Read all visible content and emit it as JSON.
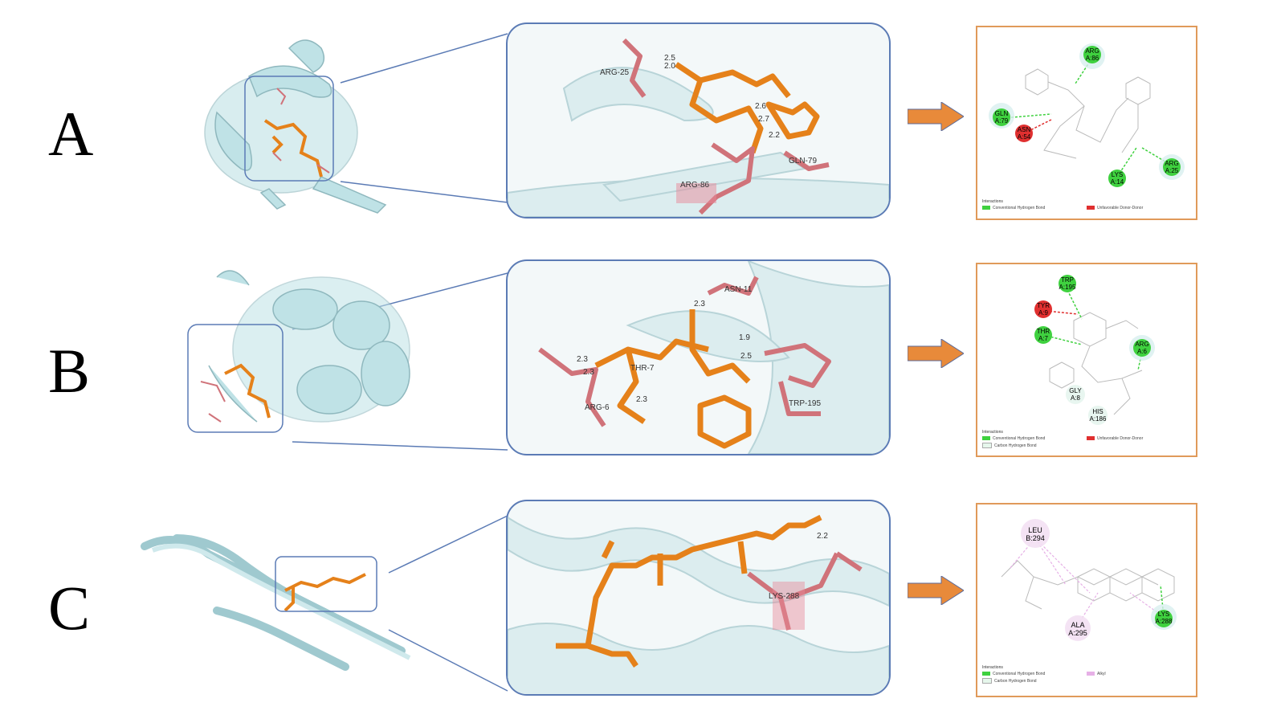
{
  "panels": [
    {
      "letter": "A",
      "zoom_labels": [
        "ARG-25",
        "2.5",
        "2.0",
        "2.6",
        "2.7",
        "2.2",
        "GLN-79",
        "ARG-86"
      ],
      "residues": [
        "ARG A:86",
        "GLN A:79",
        "ASN A:54",
        "LYS A:14",
        "ARG A:25"
      ],
      "legend_title": "Interactions",
      "legend": [
        "Conventional Hydrogen Bond",
        "Unfavorable Donor-Donor"
      ]
    },
    {
      "letter": "B",
      "zoom_labels": [
        "ASN-11",
        "2.3",
        "1.9",
        "2.5",
        "2.3",
        "2.3",
        "THR-7",
        "2.3",
        "ARG-6",
        "TRP-195"
      ],
      "residues": [
        "TRP A:195",
        "TYR A:9",
        "THR A:7",
        "ARG A:6",
        "GLY A:8",
        "HIS A:186"
      ],
      "legend_title": "Interactions",
      "legend": [
        "Conventional Hydrogen Bond",
        "Unfavorable Donor-Donor",
        "Carbon Hydrogen Bond"
      ]
    },
    {
      "letter": "C",
      "zoom_labels": [
        "2.2",
        "LYS-288"
      ],
      "residues": [
        "LEU B:294",
        "ALA A:295",
        "LYS A:288"
      ],
      "legend_title": "Interactions",
      "legend": [
        "Conventional Hydrogen Bond",
        "Alkyl",
        "Carbon Hydrogen Bond"
      ]
    }
  ],
  "colors": {
    "protein": "#bfe2e6",
    "protein_stroke": "#8fb8be",
    "ligand": "#e5811a",
    "residue": "#d0737a",
    "hbond_green": "#3fd13f",
    "unfavorable_red": "#e03030",
    "alkyl_pink": "#e6b0e6",
    "box_border": "#5b7bb5",
    "panel_border": "#e09a5a",
    "arrow": "#e88a3a"
  }
}
